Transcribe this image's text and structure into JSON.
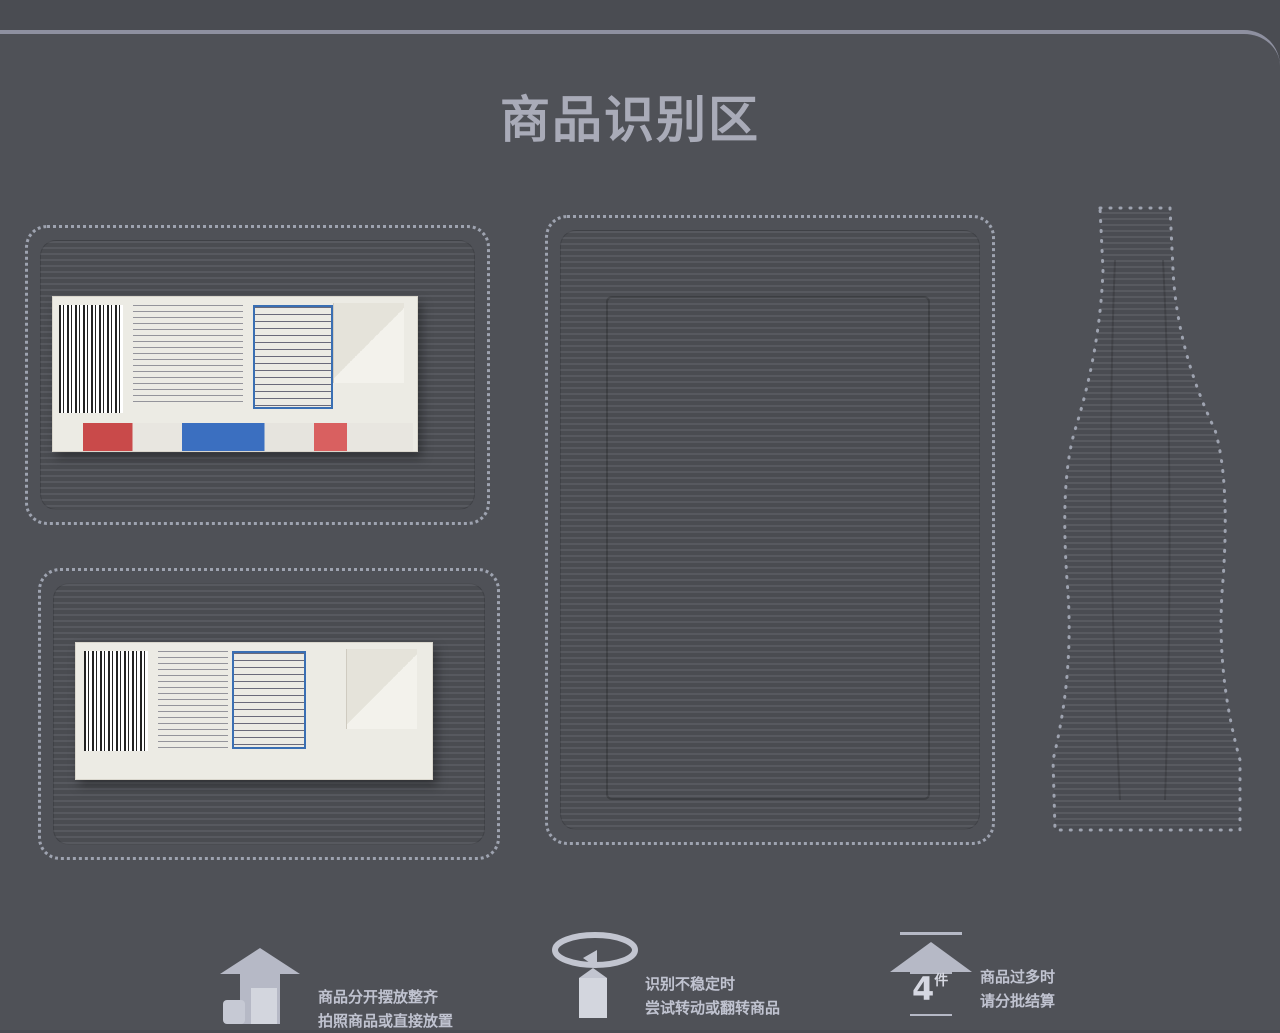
{
  "title": "商品识别区",
  "hints": [
    {
      "lines": [
        "商品分开摆放整齐",
        "拍照商品或直接放置"
      ]
    },
    {
      "lines": [
        "识别不稳定时",
        "尝试转动或翻转商品"
      ]
    },
    {
      "lines": [
        "商品过多时",
        "请分批结算"
      ]
    }
  ],
  "badge": {
    "count": "4",
    "unit": "件"
  },
  "colors": {
    "panel": "#4f5157",
    "dots": "#9ea3b0",
    "title": "#a9abb8"
  }
}
